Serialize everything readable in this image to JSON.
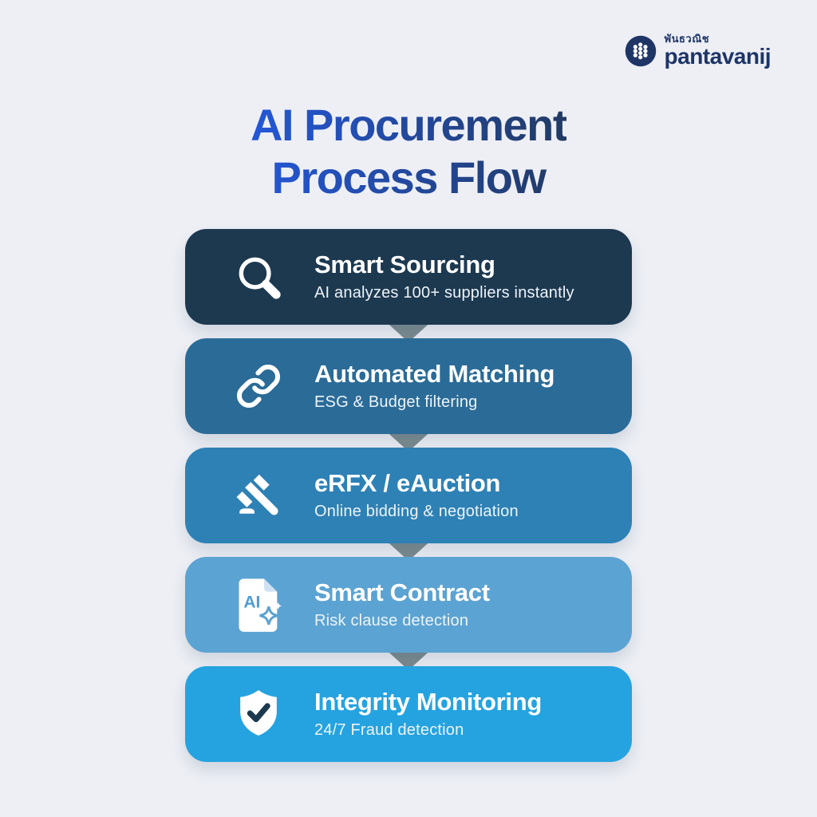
{
  "page": {
    "background": "#edeff5"
  },
  "logo": {
    "thai": "พันธวณิช",
    "name": "pantavanij",
    "color": "#1e3566",
    "icon": "dots-circle-icon"
  },
  "title": {
    "line1": "AI Procurement",
    "line2": "Process Flow",
    "gradient_from": "#2457d8",
    "gradient_to": "#223a63"
  },
  "arrow_color": "#7d8c91",
  "steps": [
    {
      "title": "Smart Sourcing",
      "subtitle": "AI analyzes 100+ suppliers instantly",
      "icon": "search-icon",
      "color": "#1d3950"
    },
    {
      "title": "Automated Matching",
      "subtitle": "ESG & Budget filtering",
      "icon": "link-icon",
      "color": "#2b6b97"
    },
    {
      "title": "eRFX / eAuction",
      "subtitle": "Online bidding & negotiation",
      "icon": "gavel-icon",
      "color": "#2e81b5"
    },
    {
      "title": "Smart Contract",
      "subtitle": "Risk clause detection",
      "icon": "ai-document-icon",
      "color": "#5ba3d2",
      "icon_label": "AI"
    },
    {
      "title": "Integrity Monitoring",
      "subtitle": "24/7 Fraud detection",
      "icon": "shield-check-icon",
      "color": "#25a3e0"
    }
  ]
}
